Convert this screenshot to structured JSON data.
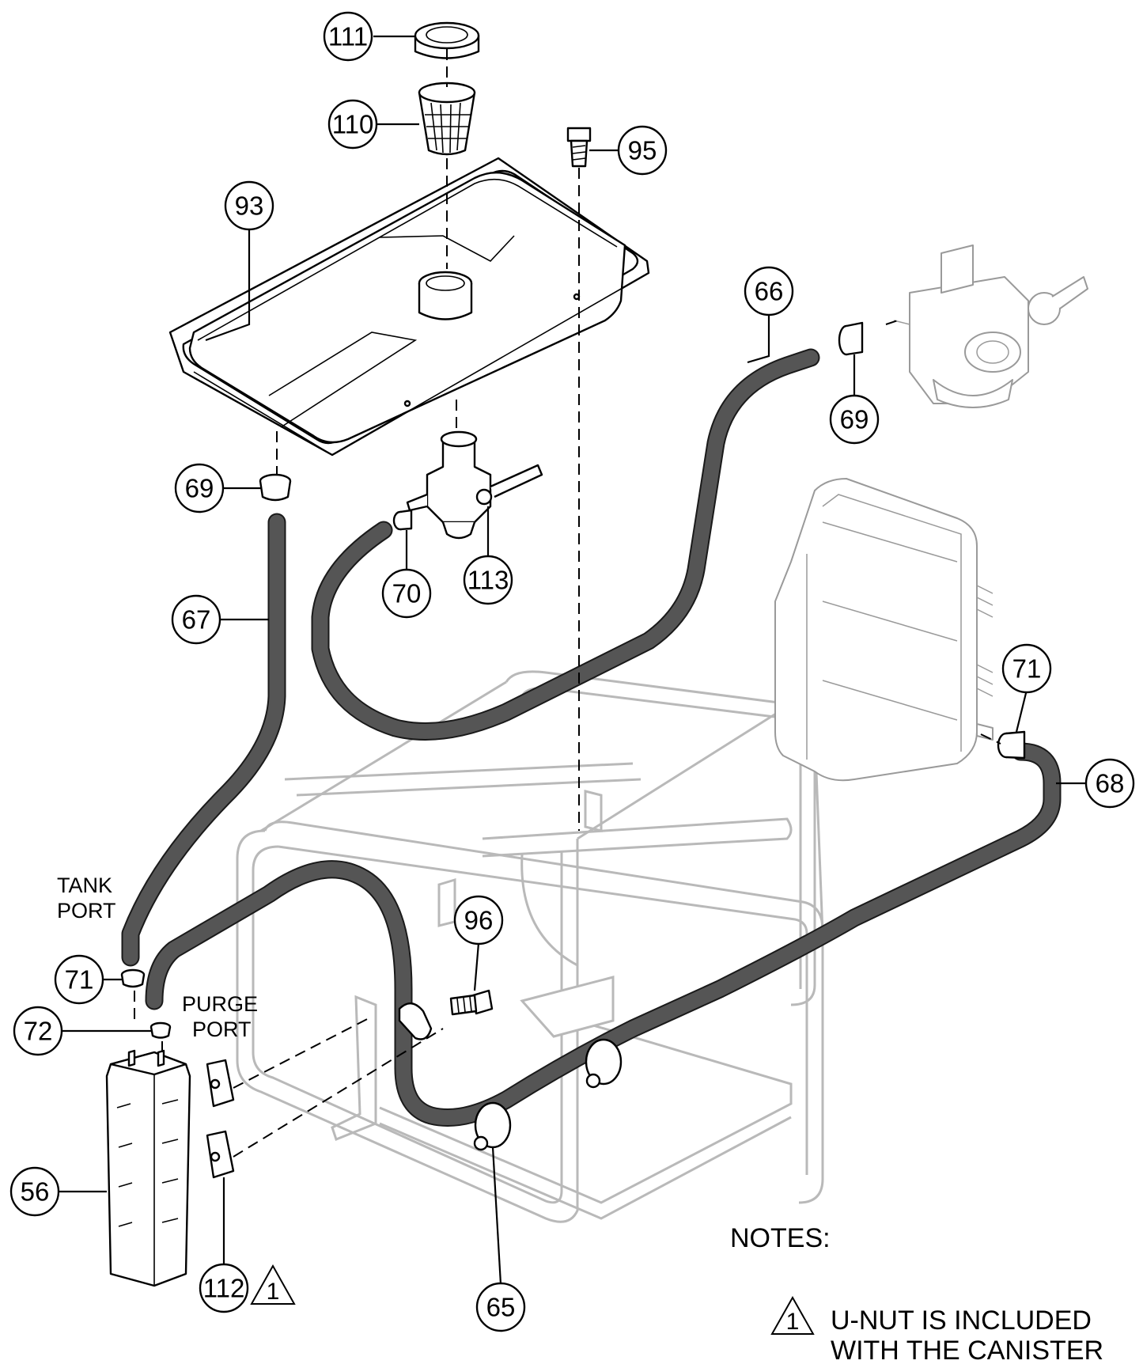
{
  "callouts": {
    "c111": "111",
    "c110": "110",
    "c95": "95",
    "c93": "93",
    "c66": "66",
    "c69a": "69",
    "c69b": "69",
    "c70": "70",
    "c113": "113",
    "c67": "67",
    "c71a": "71",
    "c68": "68",
    "c96": "96",
    "c71b": "71",
    "c72": "72",
    "c56": "56",
    "c112": "112",
    "c65": "65"
  },
  "labels": {
    "tank_port_1": "TANK",
    "tank_port_2": "PORT",
    "purge_port_1": "PURGE",
    "purge_port_2": "PORT"
  },
  "notes": {
    "heading": "NOTES:",
    "line1": "U-NUT IS INCLUDED",
    "line2": "WITH THE CANISTER",
    "triangle": "1"
  },
  "triangle_ref": "1",
  "colors": {
    "hose": "#555555",
    "frame": "#b9b9b9",
    "ink": "#000000"
  }
}
